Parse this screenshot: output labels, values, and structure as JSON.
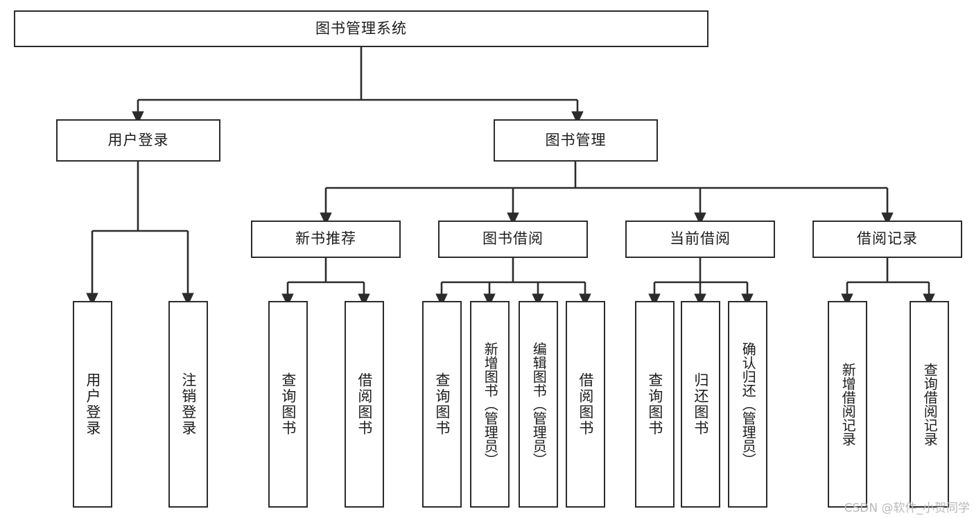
{
  "diagram": {
    "type": "tree",
    "title": "图书管理系统",
    "root": {
      "id": "root",
      "label": "图书管理系统",
      "orientation": "horizontal"
    },
    "level2": [
      {
        "id": "user-login",
        "label": "用户登录",
        "orientation": "horizontal"
      },
      {
        "id": "book-manage",
        "label": "图书管理",
        "orientation": "horizontal"
      }
    ],
    "level3": [
      {
        "id": "new-book-recommend",
        "label": "新书推荐",
        "orientation": "horizontal",
        "parent": "book-manage"
      },
      {
        "id": "book-borrow",
        "label": "图书借阅",
        "orientation": "horizontal",
        "parent": "book-manage"
      },
      {
        "id": "current-borrow",
        "label": "当前借阅",
        "orientation": "horizontal",
        "parent": "book-manage"
      },
      {
        "id": "borrow-record",
        "label": "借阅记录",
        "orientation": "horizontal",
        "parent": "book-manage"
      }
    ],
    "leaves": [
      {
        "id": "leaf-user-login",
        "label": "用户登录",
        "orientation": "vertical",
        "parent": "user-login"
      },
      {
        "id": "leaf-user-logout",
        "label": "注销登录",
        "orientation": "vertical",
        "parent": "user-login"
      },
      {
        "id": "leaf-query-book-1",
        "label": "查询图书",
        "orientation": "vertical",
        "parent": "new-book-recommend"
      },
      {
        "id": "leaf-borrow-book-1",
        "label": "借阅图书",
        "orientation": "vertical",
        "parent": "new-book-recommend"
      },
      {
        "id": "leaf-query-book-2",
        "label": "查询图书",
        "orientation": "vertical",
        "parent": "book-borrow"
      },
      {
        "id": "leaf-add-book",
        "label": "新增图书（管理员）",
        "orientation": "vertical",
        "parent": "book-borrow"
      },
      {
        "id": "leaf-edit-book",
        "label": "编辑图书（管理员）",
        "orientation": "vertical",
        "parent": "book-borrow"
      },
      {
        "id": "leaf-borrow-book-2",
        "label": "借阅图书",
        "orientation": "vertical",
        "parent": "book-borrow"
      },
      {
        "id": "leaf-query-book-3",
        "label": "查询图书",
        "orientation": "vertical",
        "parent": "current-borrow"
      },
      {
        "id": "leaf-return-book",
        "label": "归还图书",
        "orientation": "vertical",
        "parent": "current-borrow"
      },
      {
        "id": "leaf-confirm-return",
        "label": "确认归还（管理员）",
        "orientation": "vertical",
        "parent": "current-borrow"
      },
      {
        "id": "leaf-add-record",
        "label": "新增借阅记录",
        "orientation": "vertical",
        "parent": "borrow-record"
      },
      {
        "id": "leaf-query-record",
        "label": "查询借阅记录",
        "orientation": "vertical",
        "parent": "borrow-record"
      }
    ],
    "colors": {
      "stroke": "#2b2b2b",
      "fill": "#ffffff",
      "text": "#1c1c1c",
      "watermark": "#b9b9b9"
    }
  },
  "watermark": {
    "text": "CSDN @软件_小贺同学"
  }
}
